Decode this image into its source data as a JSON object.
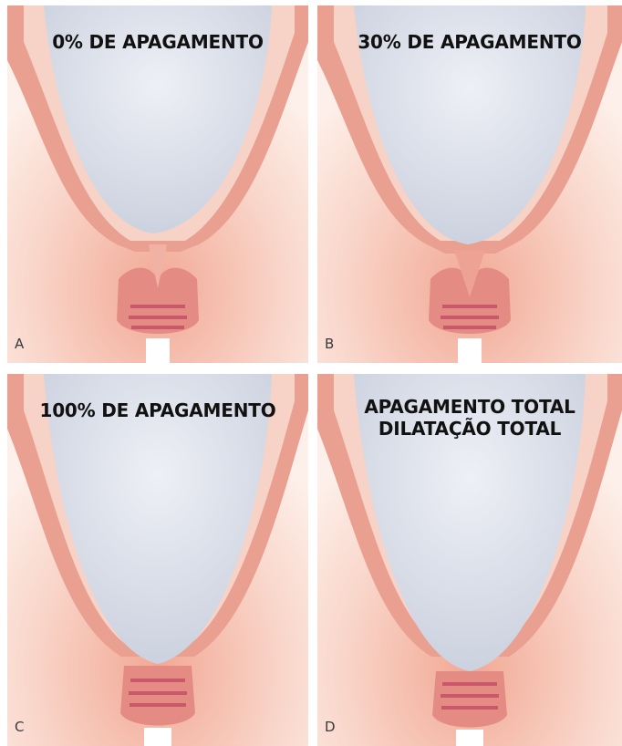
{
  "panels": [
    {
      "title": "0% DE APAGAMENTO",
      "letter": "A"
    },
    {
      "title": "30% DE APAGAMENTO",
      "letter": "B"
    },
    {
      "title": "100% DE APAGAMENTO",
      "letter": "C"
    },
    {
      "title_line1": "APAGAMENTO TOTAL",
      "title_line2": "DILATAÇÃO TOTAL",
      "letter": "D"
    }
  ],
  "colors": {
    "tissue": "#f6c8b8",
    "wall": "#e89a8a",
    "wall_light": "#f9ddd2",
    "amniotic_sac": "#d6dbe6",
    "canal": "#d9707a",
    "vagina_opening": "#ffffff"
  },
  "icons": [
    "uterus-cross-section-illustration"
  ]
}
